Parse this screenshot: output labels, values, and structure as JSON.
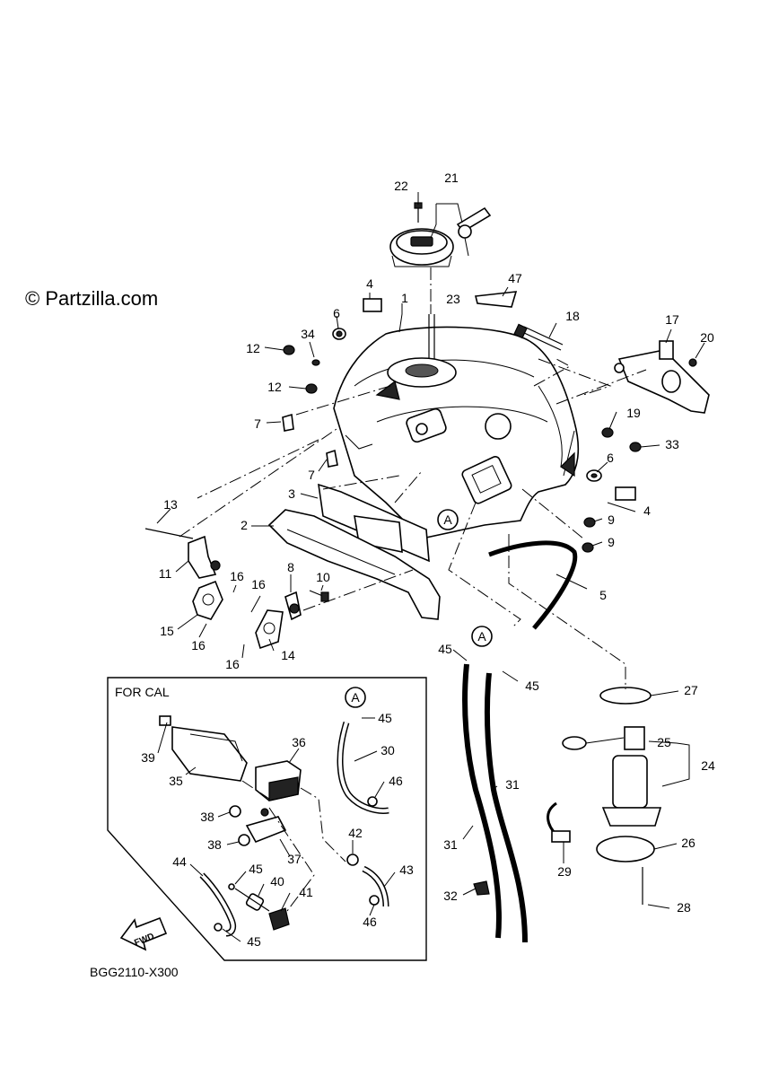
{
  "watermark": "© Partzilla.com",
  "diagram_code": "BGG2110-X300",
  "inset_title": "FOR CAL",
  "fwd_label": "FWD",
  "callouts": {
    "c1": "1",
    "c2": "2",
    "c3": "3",
    "c4a": "4",
    "c4b": "4",
    "c5": "5",
    "c6a": "6",
    "c6b": "6",
    "c7a": "7",
    "c7b": "7",
    "c8": "8",
    "c9a": "9",
    "c9b": "9",
    "c10": "10",
    "c11": "11",
    "c12a": "12",
    "c12b": "12",
    "c13": "13",
    "c14": "14",
    "c15": "15",
    "c16a": "16",
    "c16b": "16",
    "c16c": "16",
    "c16d": "16",
    "c17": "17",
    "c18": "18",
    "c19": "19",
    "c20": "20",
    "c21": "21",
    "c22": "22",
    "c23": "23",
    "c24": "24",
    "c25": "25",
    "c26": "26",
    "c27": "27",
    "c28": "28",
    "c29": "29",
    "c30": "30",
    "c31a": "31",
    "c31b": "31",
    "c32": "32",
    "c33": "33",
    "c34": "34",
    "c35": "35",
    "c36": "36",
    "c37": "37",
    "c38a": "38",
    "c38b": "38",
    "c39": "39",
    "c40": "40",
    "c41": "41",
    "c42": "42",
    "c43": "43",
    "c44": "44",
    "c45a": "45",
    "c45b": "45",
    "c45c": "45",
    "c45d": "45",
    "c45e": "45",
    "c46a": "46",
    "c46b": "46",
    "c47": "47",
    "refA1": "A",
    "refA2": "A",
    "refA3": "A"
  }
}
